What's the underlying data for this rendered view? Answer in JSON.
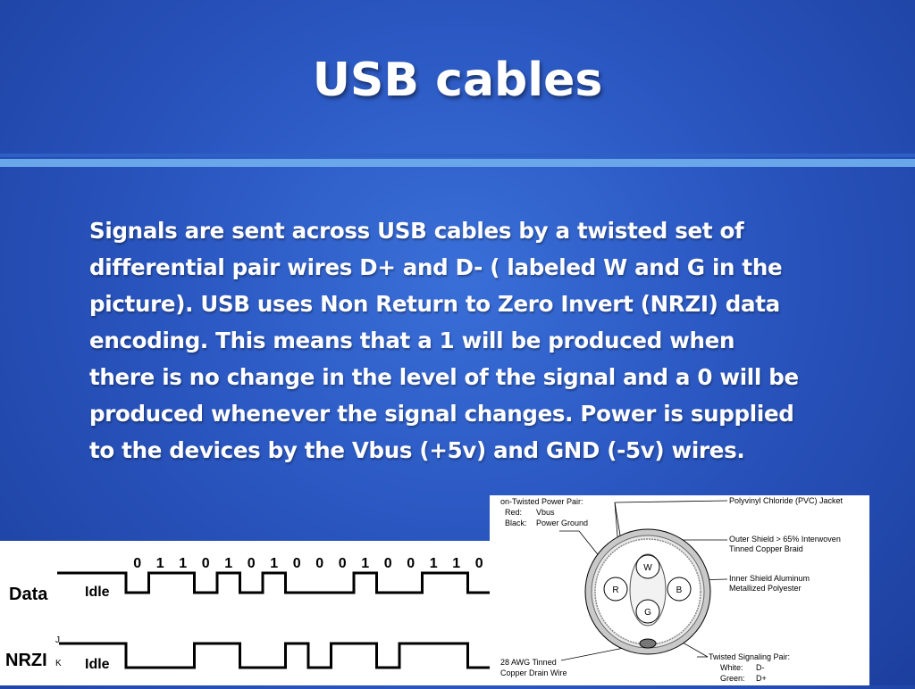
{
  "slide": {
    "title": "USB cables",
    "body_lines": [
      "Signals are sent across USB cables by a twisted set of",
      "differential pair wires D+ and D- ( labeled W and G in the",
      "picture).  USB uses Non Return to Zero Invert (NRZI) data",
      "encoding.  This means that a 1 will be produced when",
      "there is no change in the level of the signal and a 0 will be",
      "produced whenever the signal changes.   Power is supplied",
      "to the devices by the Vbus (+5v) and GND (-5v) wires."
    ]
  },
  "nrzi_diagram": {
    "bits": [
      "0",
      "1",
      "1",
      "0",
      "1",
      "0",
      "1",
      "0",
      "0",
      "0",
      "1",
      "0",
      "0",
      "1",
      "1",
      "0"
    ],
    "data_label": "Data",
    "nrzi_label": "NRZI",
    "idle_label": "Idle",
    "j_label": "J",
    "k_label": "K"
  },
  "cable_diagram": {
    "power_pair_title": "on-Twisted Power Pair:",
    "power_pair_red": "Red:",
    "power_pair_red_value": "Vbus",
    "power_pair_black": "Black:",
    "power_pair_black_value": "Power Ground",
    "jacket": "Polyvinyl Chloride (PVC) Jacket",
    "outer_shield_1": "Outer Shield  > 65% Interwoven",
    "outer_shield_2": "Tinned Copper Braid",
    "inner_shield_1": "Inner Shield Aluminum",
    "inner_shield_2": "Metallized Polyester",
    "drain_1": "28 AWG Tinned",
    "drain_2": "Copper Drain Wire",
    "signal_pair_title": "Twisted Signaling Pair:",
    "signal_white": "White:",
    "signal_white_value": "D-",
    "signal_green": "Green:",
    "signal_green_value": "D+",
    "wire_w": "W",
    "wire_r": "R",
    "wire_b": "B",
    "wire_g": "G"
  }
}
